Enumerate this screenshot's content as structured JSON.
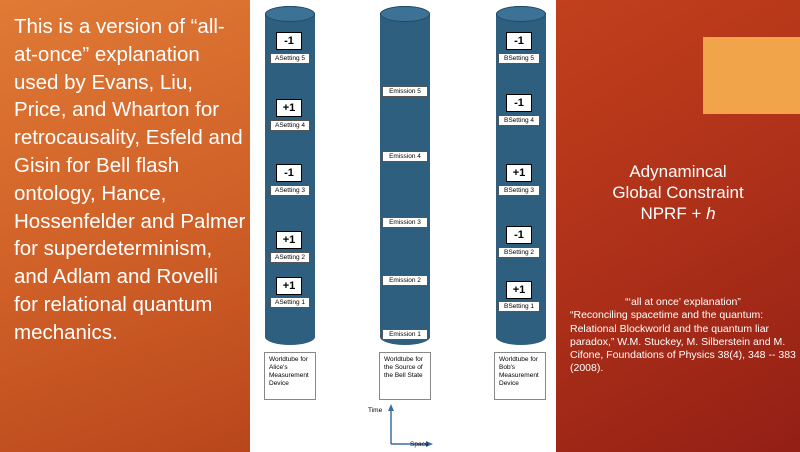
{
  "left_text": "This is a version of “all-at-once” explanation used by Evans, Liu, Price, and Wharton for retrocausality, Esfeld and Gisin for Bell flash ontology, Hance, Hossenfelder and Palmer for superdeterminism, and Adlam and Rovelli for relational quantum mechanics.",
  "diagram": {
    "alice": {
      "settings": [
        {
          "value": "-1",
          "label": "ASetting 5"
        },
        {
          "value": "+1",
          "label": "ASetting 4"
        },
        {
          "value": "-1",
          "label": "ASetting 3"
        },
        {
          "value": "+1",
          "label": "ASetting 2"
        },
        {
          "value": "+1",
          "label": "ASetting 1"
        }
      ],
      "caption": "Worldtube for Alice's Measurement Device"
    },
    "source": {
      "emissions": [
        "Emission 5",
        "Emission 4",
        "Emission 3",
        "Emission 2",
        "Emission 1"
      ],
      "caption": "Worldtube for the Source of the Bell State"
    },
    "bob": {
      "settings": [
        {
          "value": "-1",
          "label": "BSetting 5"
        },
        {
          "value": "-1",
          "label": "BSetting 4"
        },
        {
          "value": "+1",
          "label": "BSetting 3"
        },
        {
          "value": "-1",
          "label": "BSetting 2"
        },
        {
          "value": "+1",
          "label": "BSetting 1"
        }
      ],
      "caption": "Worldtube for Bob's Measurement Device"
    },
    "axis": {
      "time": "Time",
      "space": "Space"
    }
  },
  "constraint": {
    "line1": "Adynamincal",
    "line2": "Global Constraint",
    "line3_prefix": "NPRF + ",
    "line3_h": "h"
  },
  "citation": {
    "quote": "“‘all at once’ explanation”",
    "body": "“Reconciling spacetime and the quantum: Relational Blockworld and the quantum liar paradox,” W.M. Stuckey, M. Silberstein and M. Cifone, Foundations of Physics 38(4), 348 -- 383 (2008)."
  },
  "colors": {
    "left_panel": "#d8692e",
    "right_panel": "#ad3019",
    "accent_box": "#f2a44a",
    "tube": "#2f5f7f"
  }
}
